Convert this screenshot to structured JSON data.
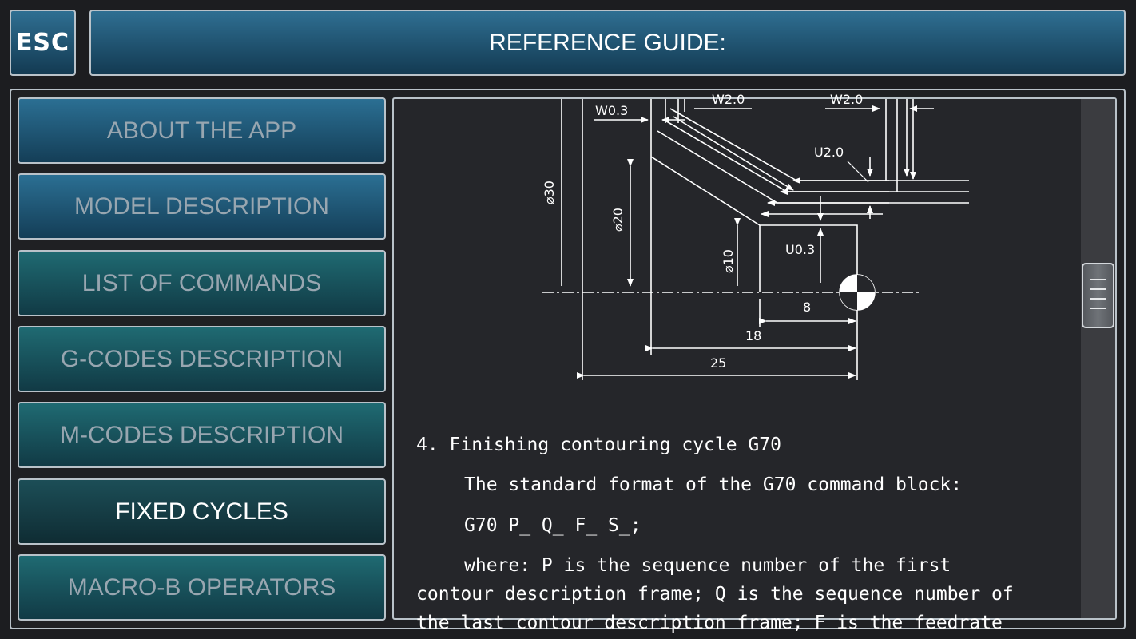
{
  "header": {
    "esc_label": "ESC",
    "title": "REFERENCE GUIDE:"
  },
  "menu": {
    "items": [
      {
        "label": "ABOUT THE APP"
      },
      {
        "label": "MODEL DESCRIPTION"
      },
      {
        "label": "LIST OF COMMANDS"
      },
      {
        "label": "G-CODES DESCRIPTION"
      },
      {
        "label": "M-CODES DESCRIPTION"
      },
      {
        "label": "FIXED CYCLES",
        "active": true
      },
      {
        "label": "MACRO-B OPERATORS"
      }
    ]
  },
  "drawing": {
    "labels": {
      "w03": "W0.3",
      "w20a": "W2.0",
      "w20b": "W2.0",
      "u20": "U2.0",
      "u03": "U0.3",
      "d30": "⌀30",
      "d20": "⌀20",
      "d10": "⌀10",
      "dim8": "8",
      "dim18": "18",
      "dim25": "25"
    }
  },
  "content": {
    "heading": "4. Finishing contouring cycle G70",
    "line1": "The standard format of the G70 command block:",
    "line2": "G70 P_ Q_ F_ S_;",
    "line3": "where: P is the sequence number of the first",
    "line4": "contour description frame; Q is the sequence number of",
    "line5": "the last contour description frame; F is the feedrate"
  },
  "colors": {
    "button_blue": "#2b6f93",
    "button_teal": "#1f6a72",
    "border": "#b9c2c9",
    "content_bg": "#25262a"
  }
}
